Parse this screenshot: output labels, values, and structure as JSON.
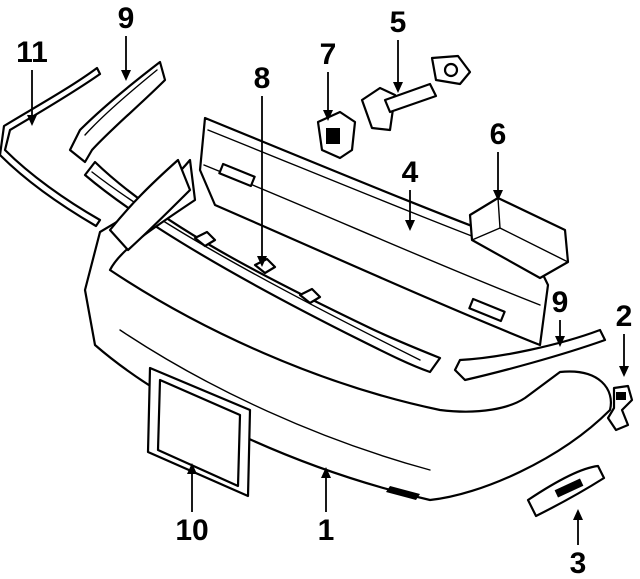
{
  "callouts": [
    {
      "id": "1",
      "label": "1"
    },
    {
      "id": "2",
      "label": "2"
    },
    {
      "id": "3",
      "label": "3"
    },
    {
      "id": "4",
      "label": "4"
    },
    {
      "id": "5",
      "label": "5"
    },
    {
      "id": "6",
      "label": "6"
    },
    {
      "id": "7",
      "label": "7"
    },
    {
      "id": "8",
      "label": "8"
    },
    {
      "id": "9a",
      "label": "9"
    },
    {
      "id": "9b",
      "label": "9"
    },
    {
      "id": "10",
      "label": "10"
    },
    {
      "id": "11",
      "label": "11"
    }
  ]
}
